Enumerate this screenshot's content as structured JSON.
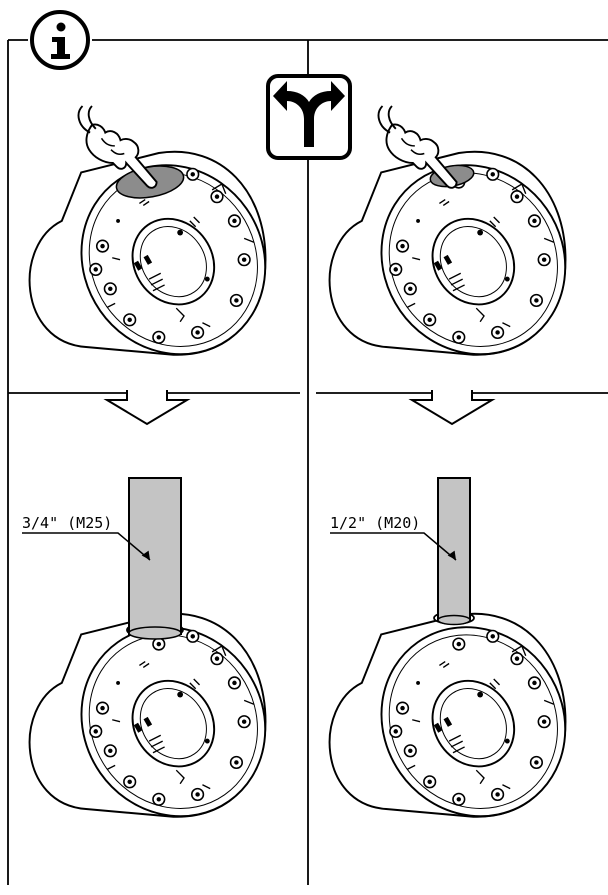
{
  "info_icon": "info-icon",
  "choice_icon": "fork-arrows-icon",
  "colors": {
    "line": "#000000",
    "knockout_highlight": "#8c8c8c",
    "conduit_fill": "#c4c4c4",
    "background": "#ffffff"
  },
  "panels": {
    "left_top": {
      "knockout": "large"
    },
    "right_top": {
      "knockout": "small"
    },
    "left_bottom": {
      "conduit_label": "3/4\" (M25)"
    },
    "right_bottom": {
      "conduit_label": "1/2\" (M20)"
    }
  }
}
